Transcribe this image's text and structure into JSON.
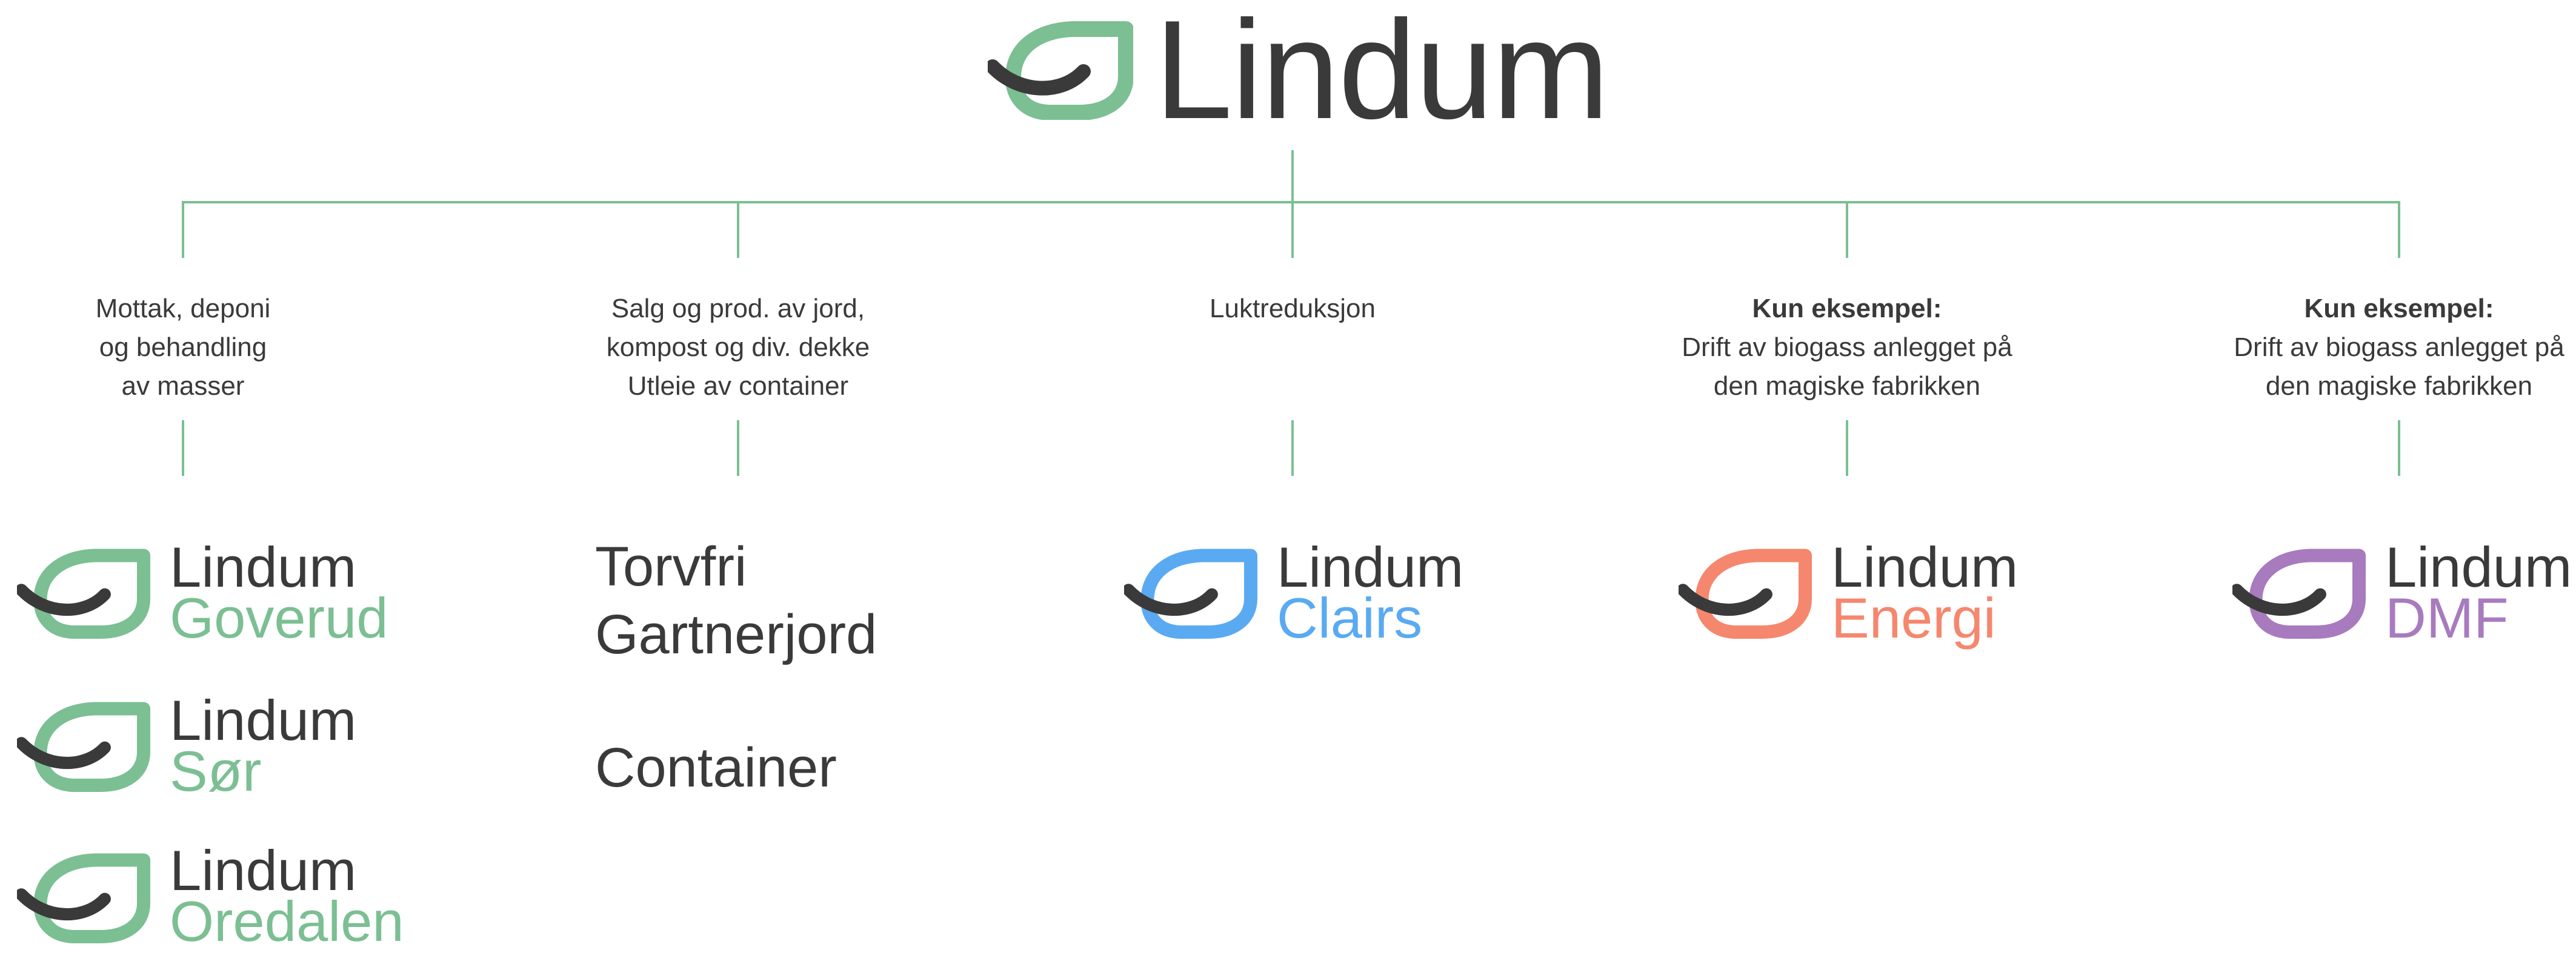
{
  "brand": {
    "name": "Lindum"
  },
  "colors": {
    "line": "#7bbf93",
    "text_dark": "#3a3a3a",
    "green": "#7bbf93",
    "blue": "#5aaaf2",
    "orange": "#f5876e",
    "purple": "#a77bbe"
  },
  "columns": [
    {
      "description": [
        "Mottak, deponi",
        "og behandling",
        "av masser"
      ],
      "bold_prefix": "",
      "items": [
        {
          "word1": "Lindum",
          "word2": "Goverud",
          "color": "#7bbf93"
        },
        {
          "word1": "Lindum",
          "word2": "Sør",
          "color": "#7bbf93"
        },
        {
          "word1": "Lindum",
          "word2": "Oredalen",
          "color": "#7bbf93"
        }
      ]
    },
    {
      "description": [
        "Salg og prod. av jord,",
        "kompost og div. dekke",
        "Utleie av container"
      ],
      "bold_prefix": "",
      "plain_items": [
        "Torvfri",
        "Gartnerjord",
        "Container"
      ]
    },
    {
      "description": [
        "Luktreduksjon"
      ],
      "bold_prefix": "",
      "items": [
        {
          "word1": "Lindum",
          "word2": "Clairs",
          "color": "#5aaaf2"
        }
      ]
    },
    {
      "bold_prefix": "Kun eksempel:",
      "description": [
        "Drift av biogass anlegget på",
        "den magiske fabrikken"
      ],
      "items": [
        {
          "word1": "Lindum",
          "word2": "Energi",
          "color": "#f5876e"
        }
      ]
    },
    {
      "bold_prefix": "Kun eksempel:",
      "description": [
        "Drift av biogass anlegget på",
        "den magiske fabrikken"
      ],
      "items": [
        {
          "word1": "Lindum",
          "word2": "DMF",
          "color": "#a77bbe"
        }
      ]
    }
  ],
  "icons": {
    "leaf": "leaf-logo-icon"
  }
}
